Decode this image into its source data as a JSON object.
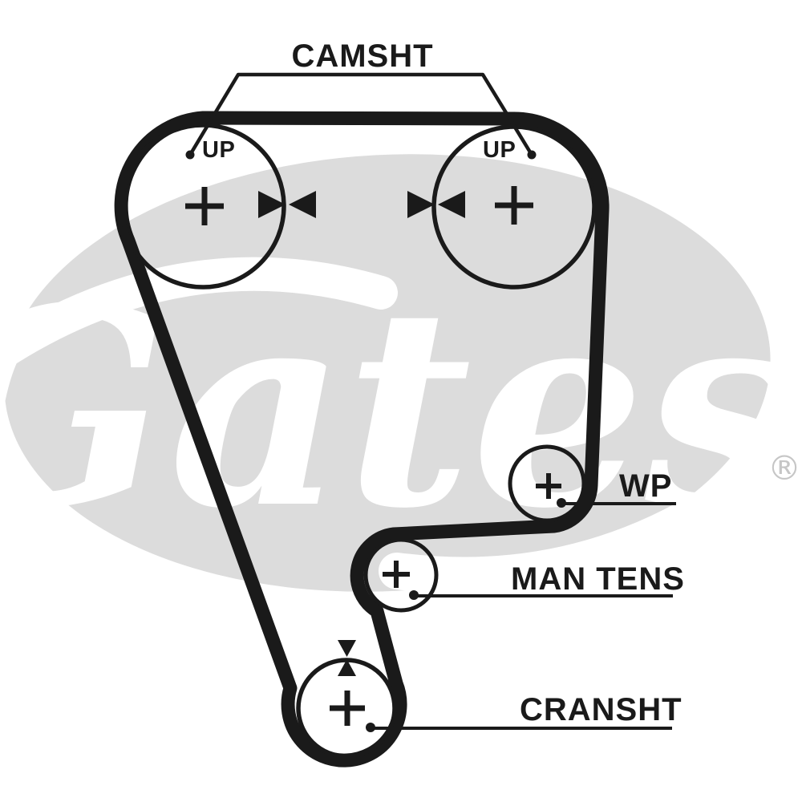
{
  "diagram": {
    "camshaft_label": "CAMSHT",
    "pulleys": {
      "camshaft_left": {
        "mark": "UP"
      },
      "camshaft_right": {
        "mark": "UP"
      },
      "water_pump": {
        "label": "WP"
      },
      "manual_tensioner": {
        "label": "MAN TENS"
      },
      "crankshaft": {
        "label": "CRANSHT"
      }
    },
    "colors": {
      "ink": "#1a1a1a",
      "watermark_gray": "#dcdcdc",
      "registered_gray": "#c6c6c6",
      "background": "#ffffff"
    }
  },
  "watermark": {
    "brand": "Gates",
    "registered_mark": "®"
  }
}
